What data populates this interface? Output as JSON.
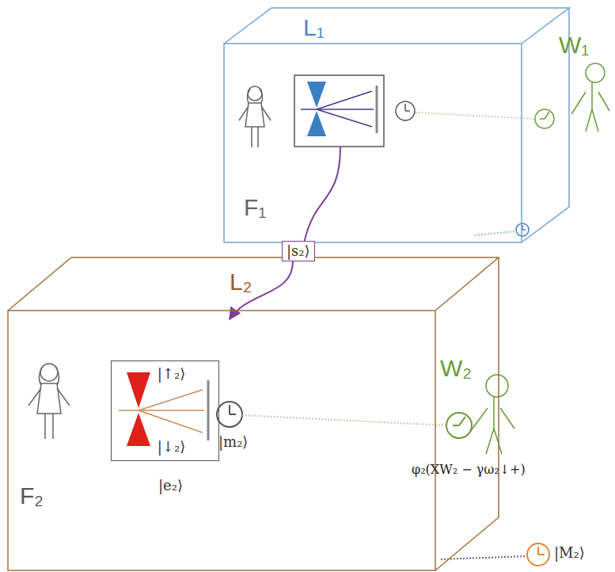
{
  "diagram": {
    "nodes": [
      {
        "text": [
          "L₁",
          "F₁"
        ]
      },
      {
        "text": [
          "L₂",
          "F₂",
          "|e₂⟩"
        ]
      },
      {
        "text": [
          "|s₂⟩"
        ]
      },
      {
        "text": [
          "|↑₂⟩",
          "|↓₂⟩"
        ],
        "in": 1
      }
    ],
    "edges": [
      {
        "from": 0,
        "to": 2,
        "arrow": "none"
      },
      {
        "from": 2,
        "to": 1,
        "arrow": "to"
      }
    ],
    "labels": [
      "W₁",
      "|m₂⟩",
      "W₂",
      "φ₂(XW₂ − γω₂↓+)",
      "|M₂⟩"
    ]
  }
}
